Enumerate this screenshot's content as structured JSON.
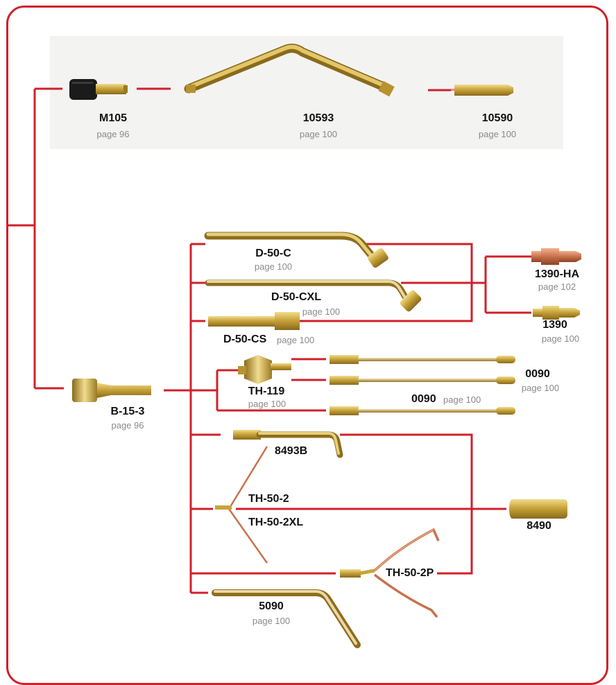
{
  "colors": {
    "line": "#d0202a",
    "brass": "#c9a43a",
    "brass_light": "#e6cf7a",
    "brass_dark": "#8f6d1c",
    "copper": "#c8714c",
    "black_part": "#1a1a1a",
    "label": "#111111",
    "page_ref": "#8a8a8a"
  },
  "parts": {
    "m105": {
      "code": "M105",
      "page": "page 96"
    },
    "p10593": {
      "code": "10593",
      "page": "page 100"
    },
    "p10590": {
      "code": "10590",
      "page": "page 100"
    },
    "d50c": {
      "code": "D-50-C",
      "page": "page 100"
    },
    "d50cxl": {
      "code": "D-50-CXL",
      "page": "page 100"
    },
    "d50cs": {
      "code": "D-50-CS",
      "page": "page 100"
    },
    "p1390ha": {
      "code": "1390-HA",
      "page": "page 102"
    },
    "p1390": {
      "code": "1390",
      "page": "page 100"
    },
    "th119": {
      "code": "TH-119",
      "page": "page 100"
    },
    "p0090a": {
      "code": "0090",
      "page": "page 100"
    },
    "p0090b": {
      "code": "0090",
      "page": "page 100"
    },
    "b153": {
      "code": "B-15-3",
      "page": "page 96"
    },
    "p8493b": {
      "code": "8493B"
    },
    "th502": {
      "code": "TH-50-2"
    },
    "th502xl": {
      "code": "TH-50-2XL"
    },
    "p8490": {
      "code": "8490"
    },
    "th502p": {
      "code": "TH-50-2P"
    },
    "p5090": {
      "code": "5090",
      "page": "page 100"
    }
  }
}
